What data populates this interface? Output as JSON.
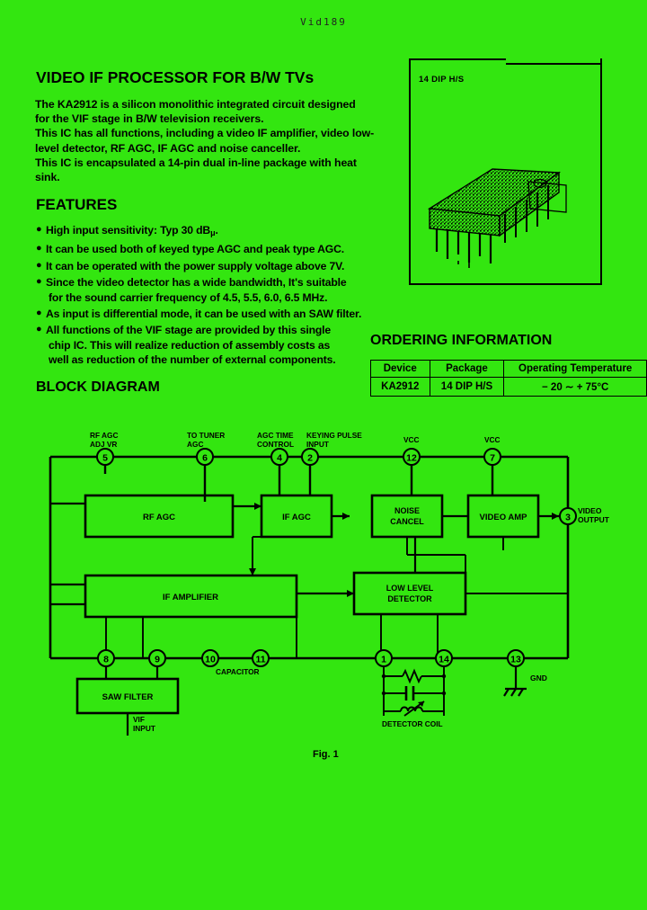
{
  "header": {
    "code": "Vid189"
  },
  "title": "VIDEO IF PROCESSOR FOR B/W TVs",
  "intro": {
    "line1": "The KA2912 is a silicon monolithic integrated circuit designed",
    "line2": "for the VIF stage in B/W television receivers.",
    "line3": "This IC has all functions, including a video IF amplifier, video low-",
    "line4": "level detector, RF AGC, IF AGC and noise canceller.",
    "line5": "This IC is encapsulated a 14-pin dual in-line package with heat",
    "line6": "sink."
  },
  "features": {
    "heading": "FEATURES",
    "items": [
      {
        "text": "High input sensitivity: Typ 30 dB",
        "sub": "μ",
        "tail": "."
      },
      {
        "text": "It can be used both of keyed type AGC and peak type AGC."
      },
      {
        "text": "It can be operated with the power supply voltage above 7V."
      },
      {
        "text": "Since the video detector has a wide bandwidth, It's suitable",
        "line2": "for the sound carrier frequency of 4.5, 5.5, 6.0, 6.5 MHz."
      },
      {
        "text": "As input is differential mode, it can be used with an SAW filter."
      },
      {
        "text": "All functions of the VIF stage are provided by this single",
        "line2": "chip IC. This will realize reduction of assembly costs as",
        "line3": "well as reduction of the number of external components."
      }
    ]
  },
  "package": {
    "label": "14 DIP H/S"
  },
  "ordering": {
    "heading": "ORDERING INFORMATION",
    "columns": [
      "Device",
      "Package",
      "Operating Temperature"
    ],
    "rows": [
      {
        "device": "KA2912",
        "package": "14 DIP H/S",
        "temperature": "− 20 ∼  + 75°C"
      }
    ]
  },
  "block_diagram": {
    "heading": "BLOCK DIAGRAM",
    "caption": "Fig. 1",
    "blocks": [
      {
        "id": "rf-agc",
        "label": "RF AGC"
      },
      {
        "id": "if-agc",
        "label": "IF AGC"
      },
      {
        "id": "noise-cancel",
        "label_line1": "NOISE",
        "label_line2": "CANCEL"
      },
      {
        "id": "video-amp",
        "label": "VIDEO AMP"
      },
      {
        "id": "if-amplifier",
        "label": "IF AMPLIFIER"
      },
      {
        "id": "low-level-detector",
        "label_line1": "LOW LEVEL",
        "label_line2": "DETECTOR"
      },
      {
        "id": "saw-filter",
        "label": "SAW FILTER"
      }
    ],
    "pins_top": [
      {
        "number": "5",
        "label_line1": "RF AGC",
        "label_line2": "ADJ VR"
      },
      {
        "number": "6",
        "label_line1": "TO TUNER",
        "label_line2": "AGC"
      },
      {
        "number": "4",
        "label_line1": "AGC TIME",
        "label_line2": "CONTROL"
      },
      {
        "number": "2",
        "label_line1": "KEYING PULSE",
        "label_line2": "INPUT"
      },
      {
        "number": "12",
        "label_line1": "VCC",
        "label_line2": ""
      },
      {
        "number": "7",
        "label_line1": "VCC",
        "label_line2": ""
      }
    ],
    "pins_bottom": [
      {
        "number": "8",
        "label": ""
      },
      {
        "number": "9",
        "label": ""
      },
      {
        "number": "10",
        "label": "CAPACITOR"
      },
      {
        "number": "11",
        "label": ""
      },
      {
        "number": "1",
        "label": ""
      },
      {
        "number": "14",
        "label": "DETECTOR COIL"
      },
      {
        "number": "13",
        "label": "GND"
      }
    ],
    "pin_right": {
      "number": "3",
      "label_line1": "VIDEO",
      "label_line2": "OUTPUT"
    },
    "annotations": {
      "vif_input_line1": "VIF",
      "vif_input_line2": "INPUT",
      "capacitor": "CAPACITOR",
      "detector_coil": "DETECTOR COIL",
      "gnd": "GND"
    }
  },
  "colors": {
    "background": "#33e610",
    "ink": "#000000"
  }
}
